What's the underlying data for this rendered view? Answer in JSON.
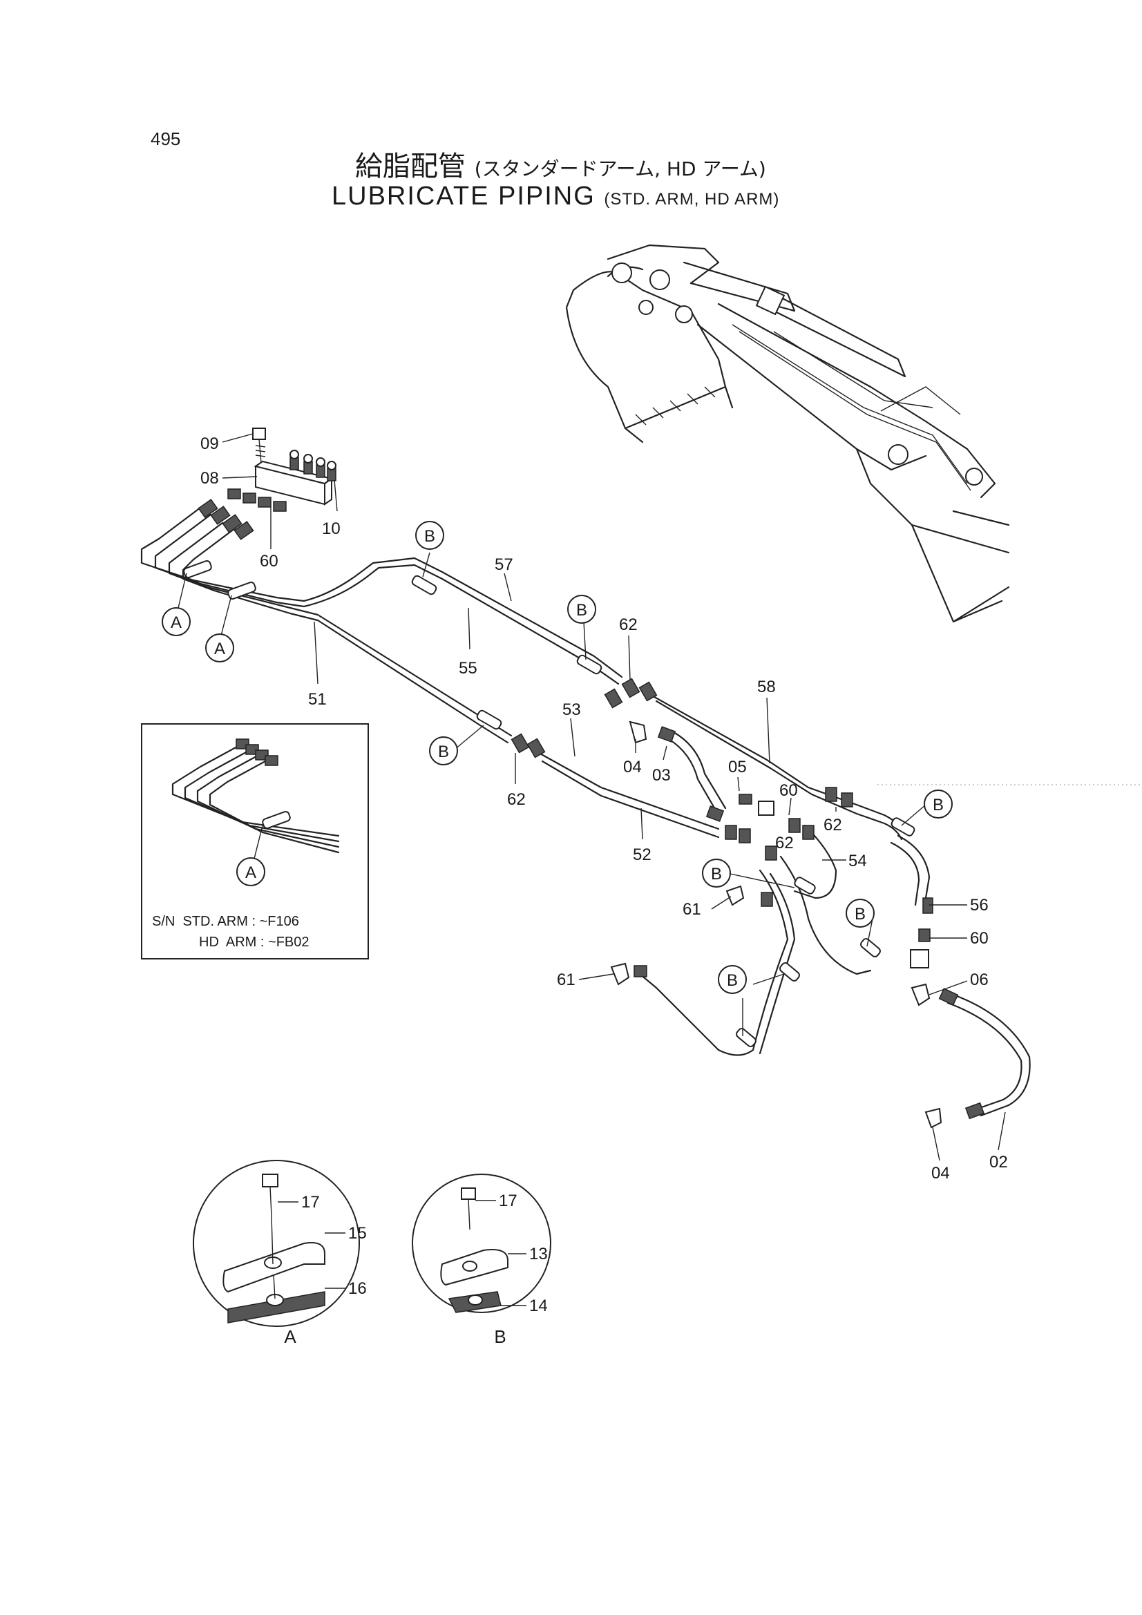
{
  "page_number": "495",
  "title_jp": "給脂配管",
  "title_jp_sub": "(スタンダードアーム, HD アーム)",
  "title_en": "LUBRICATE PIPING",
  "title_en_sub": "(STD. ARM, HD ARM)",
  "callouts": {
    "c09": "09",
    "c08": "08",
    "c10": "10",
    "c60a": "60",
    "c57": "57",
    "c55": "55",
    "c51": "51",
    "c53": "53",
    "c62a": "62",
    "c62b": "62",
    "c58": "58",
    "c04a": "04",
    "c03": "03",
    "c05": "05",
    "c60b": "60",
    "c62c": "62",
    "c62d": "62",
    "c52": "52",
    "c54": "54",
    "c56": "56",
    "c60c": "60",
    "c61a": "61",
    "c61b": "61",
    "c06": "06",
    "c04b": "04",
    "c02": "02",
    "c17a": "17",
    "c15": "15",
    "c16": "16",
    "c17b": "17",
    "c13": "13",
    "c14": "14"
  },
  "clamp_labels": {
    "a": "A",
    "b": "B"
  },
  "detail_a_label": "A",
  "detail_b_label": "B",
  "serial_note": {
    "line1": "S/N  STD. ARM : ~F106",
    "line2": "HD  ARM : ~FB02"
  }
}
